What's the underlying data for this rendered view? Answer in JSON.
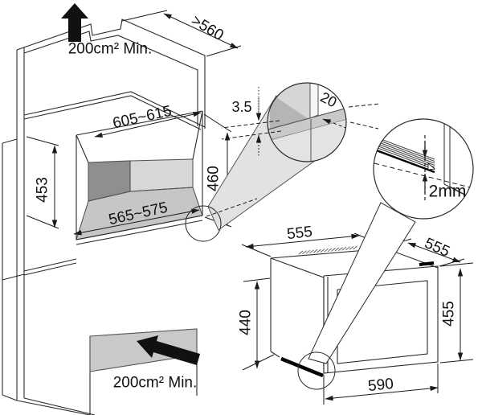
{
  "diagram": {
    "title_semantics": "built-in appliance niche installation drawing",
    "colors": {
      "line": "#2a2a2a",
      "niche_side_wall": "#8f8f8f",
      "niche_back_wall": "#d7d7d7",
      "niche_floor": "#c6c6c6",
      "bottom_vent_panel": "#c9c9c9",
      "detail_shelf_face": "#d6d6d6",
      "detail_shadow": "#b5b5b5",
      "detail_gap_band": "#c9c9c9",
      "detail_below_band": "#e3e3e3",
      "zoom_cone": "#e2e2e2",
      "arrow_black": "#111111"
    },
    "cabinet": {
      "top_vent_label": "200cm² Min.",
      "bottom_vent_label": "200cm² Min.",
      "top_clearance": ">560",
      "niche_width": "605~615",
      "niche_height_left": "453",
      "niche_height_right": "460",
      "niche_inner_width": "565~575"
    },
    "detail_gap": {
      "side_gap": "3.5",
      "top_gap": "20"
    },
    "detail_seal": {
      "bottom_gap": "2mm"
    },
    "appliance": {
      "body_width": "555",
      "body_depth": "555",
      "body_height": "440",
      "door_height": "455",
      "door_width": "590"
    }
  }
}
